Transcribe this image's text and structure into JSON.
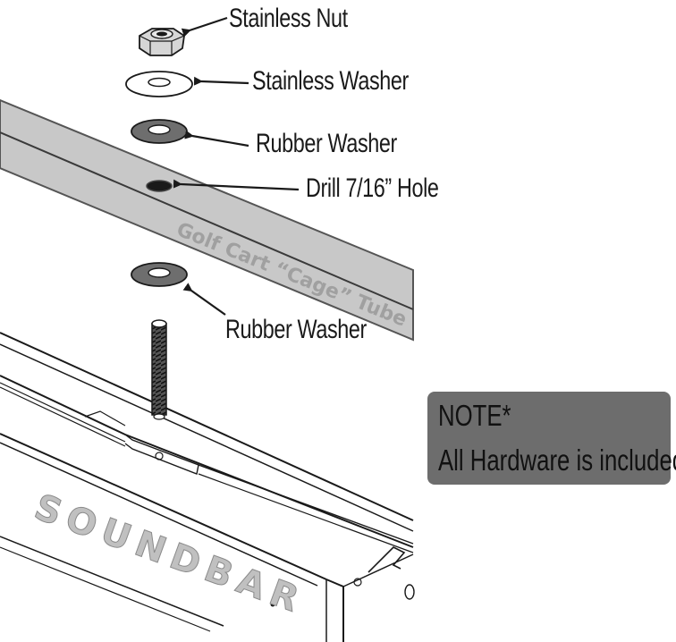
{
  "callouts": {
    "nut": "Stainless Nut",
    "stainless_washer": "Stainless Washer",
    "rubber_washer_top": "Rubber Washer",
    "hole": "Drill 7/16” Hole",
    "rubber_washer_bottom": "Rubber Washer"
  },
  "tube_label": "Golf Cart “Cage” Tube",
  "product_label": "SOUNDBAR",
  "note": {
    "title": "NOTE*",
    "text": "All Hardware is included"
  },
  "colors": {
    "line": "#1a1a1a",
    "tube_fill": "#c8c8c8",
    "tube_text": "#9a9a9a",
    "rubber": "#6e6e6e",
    "note_bg": "#6d6d6d",
    "soundbar_text": "#b5b5b5"
  }
}
